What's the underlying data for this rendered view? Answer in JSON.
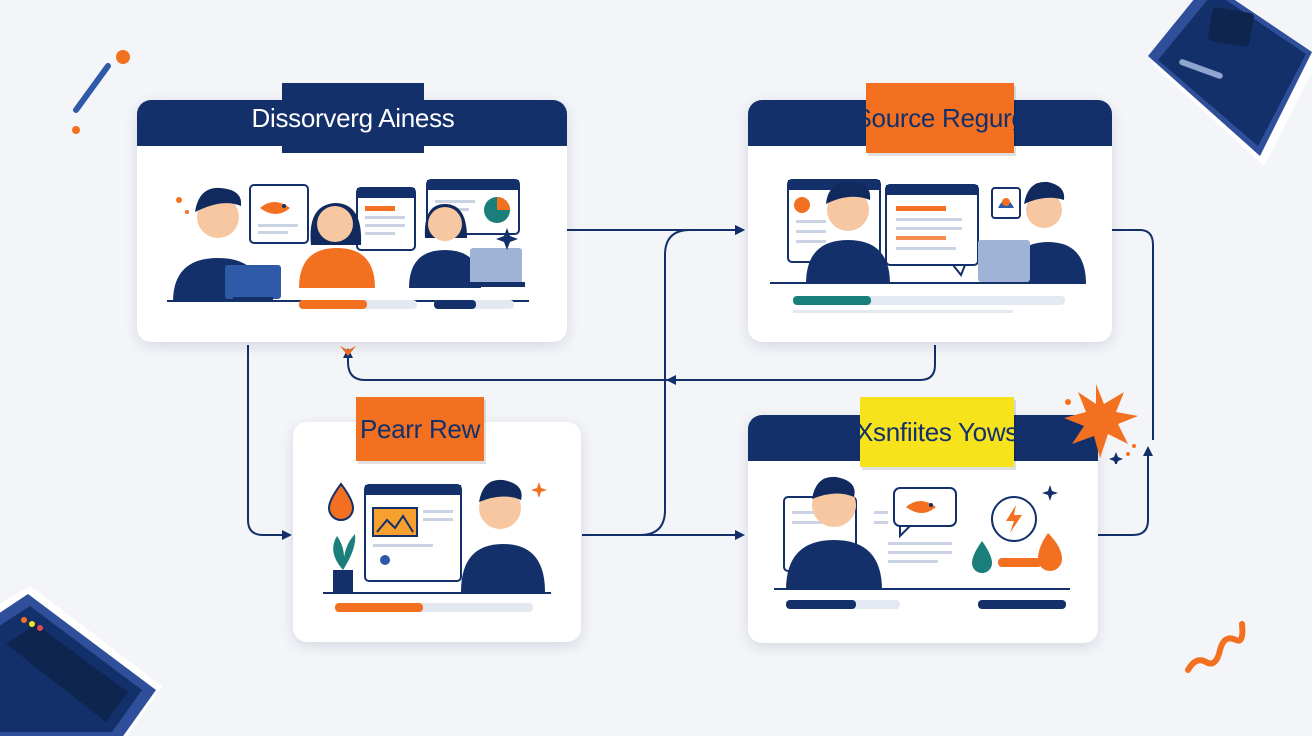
{
  "colors": {
    "navy": "#13306b",
    "orange": "#f37021",
    "yellow": "#f7e31b",
    "teal": "#1a7f7a",
    "skin": "#f6c7a1",
    "background": "#f3f5f9"
  },
  "steps": [
    {
      "title": "Dissorverg Ainess",
      "label_style": "navy"
    },
    {
      "title": "Source Regurg",
      "label_style": "orange"
    },
    {
      "title": "Pearr Rew",
      "label_style": "orange"
    },
    {
      "title": "Xsnfiites Yows",
      "label_style": "yellow"
    }
  ],
  "decorations": {
    "top_right": "book-icon",
    "bottom_left": "browser-window-icon",
    "starburst": "starburst-icon",
    "squiggle": "squiggle-icon"
  }
}
